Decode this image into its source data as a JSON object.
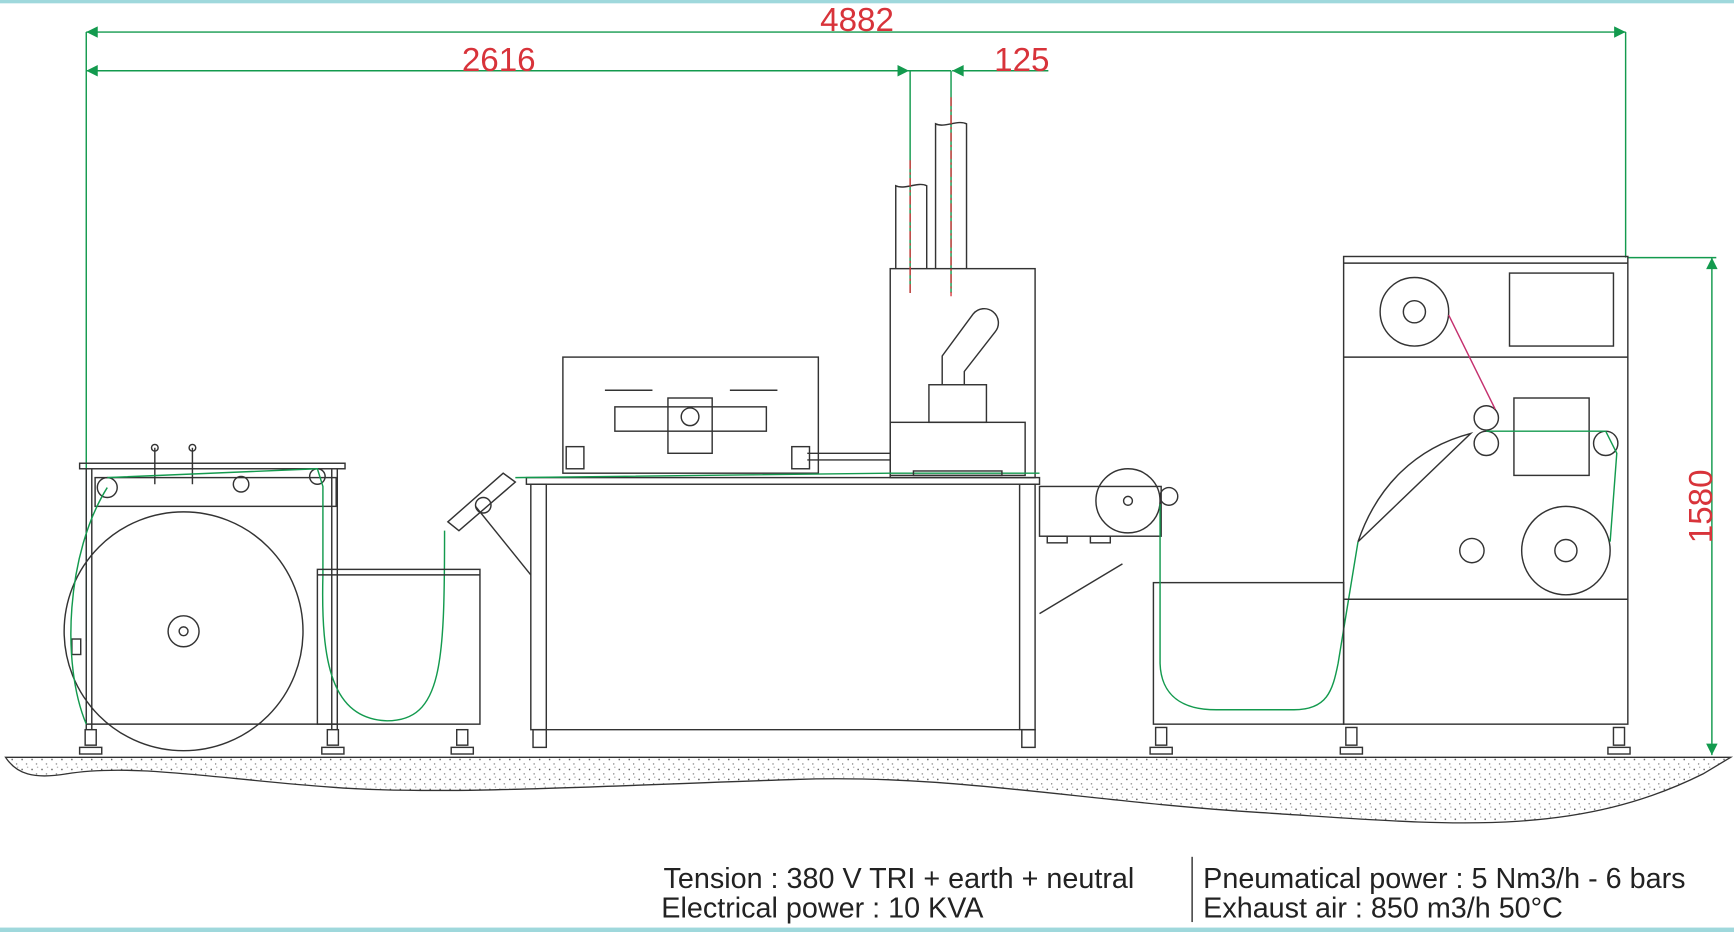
{
  "drawing": {
    "dimensions": {
      "overall_length": "4882",
      "section_length": "2616",
      "offset": "125",
      "height": "1580"
    },
    "specs": {
      "tension": "Tension : 380 V TRI + earth + neutral",
      "electrical_power": "Electrical power : 10 KVA",
      "pneumatical_power": "Pneumatical power : 5 Nm3/h - 6 bars",
      "exhaust_air": "Exhaust air :  850 m3/h 50°C"
    },
    "colors": {
      "dimension_line": "#139a4e",
      "dimension_text": "#d8333a",
      "frame": "#9fd8dc"
    }
  }
}
